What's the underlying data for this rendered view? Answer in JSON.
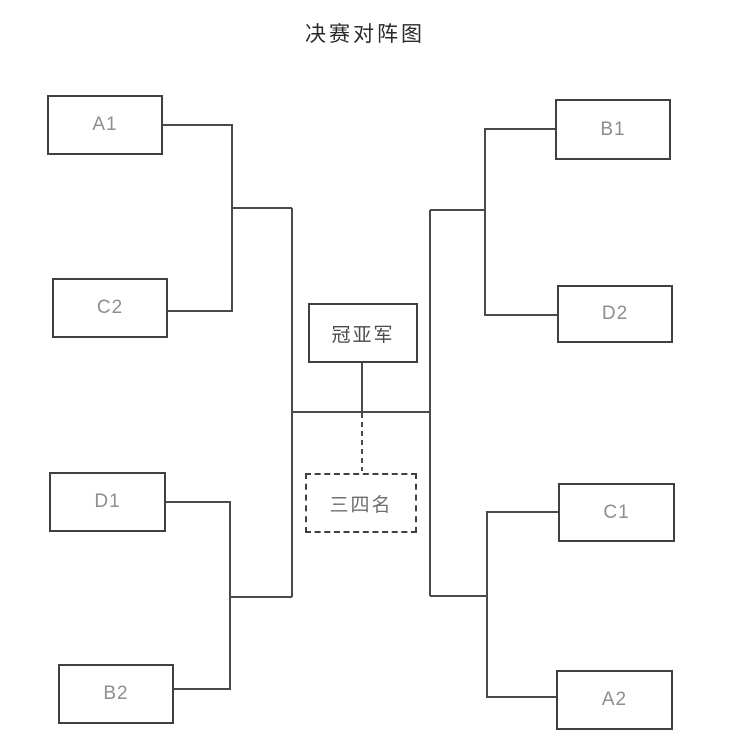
{
  "title": "决赛对阵图",
  "teams": [
    {
      "label": "A1"
    },
    {
      "label": "C2"
    },
    {
      "label": "D1"
    },
    {
      "label": "B2"
    },
    {
      "label": "B1"
    },
    {
      "label": "D2"
    },
    {
      "label": "C1"
    },
    {
      "label": "A2"
    }
  ],
  "final": {
    "label": "冠亚军"
  },
  "third_place": {
    "label": "三四名"
  },
  "colors": {
    "background": "#ffffff",
    "line": "#4a4a4a",
    "box_border": "#404040",
    "team_text": "#8e8e8e",
    "final_text": "#4a4a4a",
    "third_text": "#6e6e6e",
    "title_text": "#2a2a2a"
  }
}
